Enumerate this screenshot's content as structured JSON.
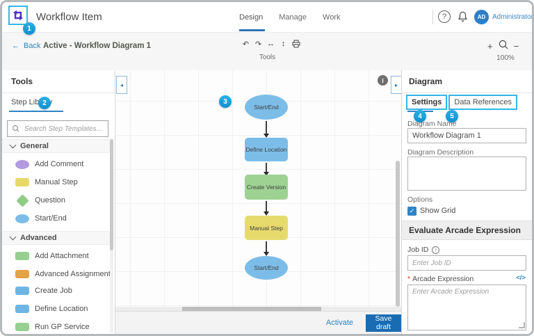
{
  "header": {
    "title": "Workflow Item",
    "tabs": [
      {
        "label": "Design",
        "active": true
      },
      {
        "label": "Manage",
        "active": false
      },
      {
        "label": "Work",
        "active": false
      }
    ],
    "avatar_initials": "AD",
    "user_name": "Administrator"
  },
  "toolbar": {
    "back_label": "Back",
    "breadcrumb": "Active - Workflow Diagram 1",
    "tools_caption": "Tools",
    "zoom_level": "100%"
  },
  "icons": {
    "back": "←",
    "undo": "↶",
    "redo": "↷",
    "align_horizontal": "↔",
    "align_vertical": "↕",
    "zoom_in": "+",
    "zoom_out": "−",
    "help": "?",
    "info": "i",
    "check": "✓",
    "code": "</>",
    "collapse_left": "◂",
    "collapse_right": "▸"
  },
  "badges": {
    "b1": "1",
    "b2": "2",
    "b3": "3",
    "b4": "4",
    "b5": "5"
  },
  "sidebar": {
    "title": "Tools",
    "tab_label": "Step Library",
    "search_placeholder": "Search Step Templates...",
    "sections": [
      {
        "label": "General",
        "items": [
          {
            "label": "Add Comment"
          },
          {
            "label": "Manual Step"
          },
          {
            "label": "Question"
          },
          {
            "label": "Start/End"
          }
        ]
      },
      {
        "label": "Advanced",
        "items": [
          {
            "label": "Add Attachment"
          },
          {
            "label": "Advanced Assignment"
          },
          {
            "label": "Create Job"
          },
          {
            "label": "Define Location"
          },
          {
            "label": "Run GP Service"
          }
        ]
      }
    ]
  },
  "canvas": {
    "nodes": [
      {
        "label": "Start/End",
        "type": "oval",
        "color": "#7cbde8"
      },
      {
        "label": "Define Location",
        "type": "rect",
        "color": "#7cbde8"
      },
      {
        "label": "Create Version",
        "type": "rect",
        "color": "#9ed293"
      },
      {
        "label": "Manual Step",
        "type": "rect",
        "color": "#e7da6d"
      },
      {
        "label": "Start/End",
        "type": "oval",
        "color": "#7cbde8"
      }
    ]
  },
  "panel": {
    "title": "Diagram",
    "tabs": [
      {
        "label": "Settings",
        "active": true
      },
      {
        "label": "Data References",
        "active": false
      }
    ],
    "diagram_name_label": "Diagram Name",
    "diagram_name_value": "Workflow Diagram 1",
    "diagram_description_label": "Diagram Description",
    "options_label": "Options",
    "show_grid_label": "Show Grid",
    "show_grid_checked": true,
    "section_title": "Evaluate Arcade Expression",
    "job_id_label": "Job ID",
    "job_id_placeholder": "Enter Job ID",
    "arcade_required_mark": "*",
    "arcade_label": "Arcade Expression",
    "arcade_placeholder": "Enter Arcade Expression"
  },
  "footer": {
    "activate_label": "Activate",
    "save_label": "Save draft"
  },
  "colors": {
    "accent_blue": "#2e84c5",
    "save_button": "#1a6cb2",
    "callout_cyan": "#35b5e8",
    "badge_blue": "#1c9fd9",
    "node_blue": "#7cbde8",
    "node_green": "#9ed293",
    "node_yellow": "#e7da6d",
    "step_purple": "#b29ae0",
    "step_orange": "#e3a245",
    "logo_purple": "#4b32c8"
  }
}
